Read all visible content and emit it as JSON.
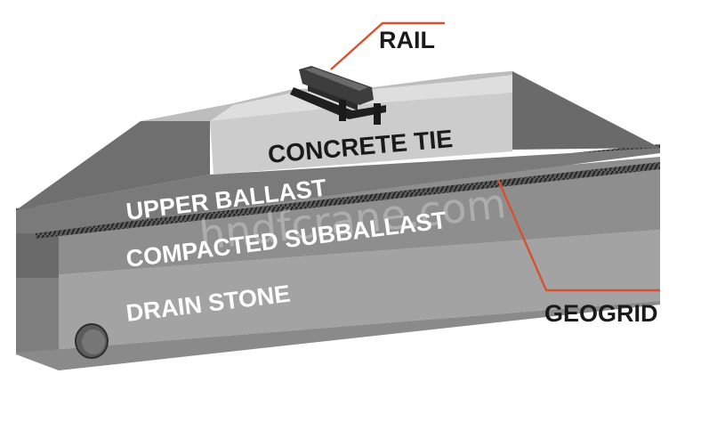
{
  "labels": {
    "rail": "RAIL",
    "concrete_tie": "CONCRETE TIE",
    "upper_ballast": "UPPER BALLAST",
    "compacted_subballast": "COMPACTED SUBBALLAST",
    "drain_stone": "DRAIN STONE",
    "geogrid": "GEOGRID"
  },
  "watermark": "hndfcrane.com",
  "colors": {
    "leader_line": "#d9502e",
    "ballast_top": "#b8b8b8",
    "ballast_slope": "#7b7b7b",
    "ballast_front": "#6e6e6e",
    "subballast_front": "#878787",
    "drain_front": "#9e9e9e",
    "drain_right": "#8c8c8c",
    "tie": "#c9c9c9",
    "rail": "#3a3a3a"
  }
}
